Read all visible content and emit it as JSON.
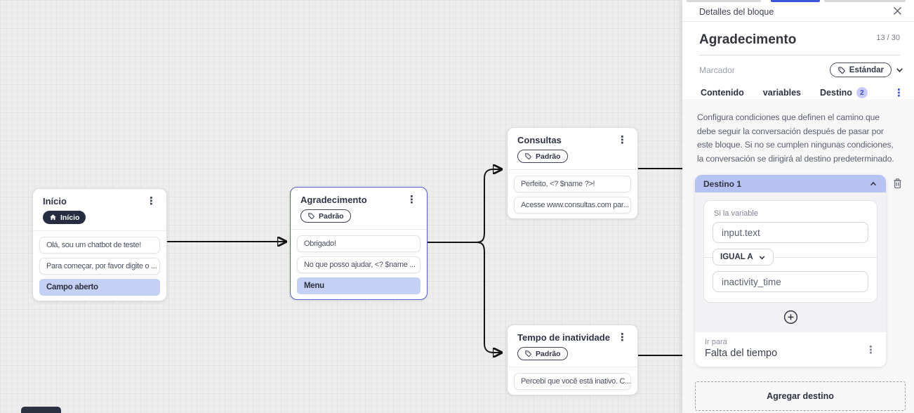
{
  "canvas": {
    "nodes": [
      {
        "id": "inicio",
        "title": "Início",
        "badge": {
          "label": "Início",
          "icon": "home-icon",
          "style": "dark"
        },
        "messages": [
          {
            "text": "Olá, sou um chatbot de teste!",
            "highlighted": false
          },
          {
            "text": "Para começar, por favor digite o ...",
            "highlighted": false
          },
          {
            "text": "Campo aberto",
            "highlighted": true
          }
        ]
      },
      {
        "id": "agradecimento",
        "title": "Agradecimento",
        "selected": true,
        "badge": {
          "label": "Padrão",
          "icon": "tag-icon",
          "style": "outline"
        },
        "messages": [
          {
            "text": "Obrigado!",
            "highlighted": false
          },
          {
            "text": "No que posso ajudar, <? $name ...",
            "highlighted": false
          },
          {
            "text": "Menu",
            "highlighted": true
          }
        ]
      },
      {
        "id": "consultas",
        "title": "Consultas",
        "badge": {
          "label": "Padrão",
          "icon": "tag-icon",
          "style": "outline"
        },
        "messages": [
          {
            "text": "Perfeito, <? $name ?>!",
            "highlighted": false
          },
          {
            "text": "Acesse www.consultas.com par...",
            "highlighted": false
          }
        ]
      },
      {
        "id": "tempo-de-inatividade",
        "title": "Tempo de inatividade",
        "badge": {
          "label": "Padrão",
          "icon": "tag-icon",
          "style": "outline"
        },
        "messages": [
          {
            "text": "Percebi que você está inativo. C...",
            "highlighted": false
          }
        ]
      }
    ],
    "edges": [
      {
        "from": "inicio",
        "to": "agradecimento"
      },
      {
        "from": "agradecimento",
        "to": "consultas"
      },
      {
        "from": "agradecimento",
        "to": "tempo-de-inatividade"
      },
      {
        "from": "consultas",
        "to": "offscreen-right"
      },
      {
        "from": "tempo-de-inatividade",
        "to": "offscreen-right"
      }
    ]
  },
  "panel": {
    "header": {
      "title": "Detalles del bloque"
    },
    "block": {
      "name": "Agradecimento",
      "counter": "13 / 30"
    },
    "marcador": {
      "label": "Marcador",
      "value": "Estándar"
    },
    "tabs": [
      {
        "label": "Contenido",
        "active": false
      },
      {
        "label": "variables",
        "active": false
      },
      {
        "label": "Destino",
        "badge": "2",
        "active": true
      }
    ],
    "description": "Configura condiciones que definen el camino que debe seguir la conversación después de pasar por este bloque. Si no se cumplen ningunas condiciones, la conversación se dirigirá al destino predeterminado.",
    "destino": {
      "title": "Destino 1",
      "condition": {
        "label": "Si la variable",
        "variable": "input.text",
        "operator": "IGUAL A",
        "value": "inactivity_time"
      },
      "goto": {
        "label": "Ir para",
        "value": "Falta del tiempo"
      }
    },
    "add_button": "Agregar destino"
  },
  "colors": {
    "accent_blue": "#3c55d8",
    "highlight_periwinkle": "#c5d1f4",
    "destino_header": "#b6c3f2",
    "badge_dark": "#262c41",
    "edge": "#141414",
    "canvas_bg": "#ededee"
  }
}
